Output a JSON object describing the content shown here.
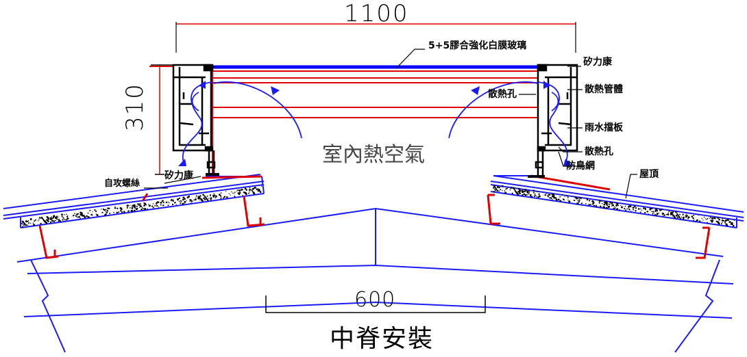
{
  "dimensions": {
    "top_width": "1100",
    "height": "310",
    "bottom_width": "600"
  },
  "labels": {
    "glass": "5+5膠合強化白膜玻璃",
    "silicone_right_top": "矽力康",
    "vent_left": "散熱孔",
    "vent_pipe": "散熱管體",
    "rain_baffle": "雨水擋板",
    "vent_right": "散熱孔",
    "bird_net": "防鳥網",
    "roof": "屋頂",
    "silicone_left": "矽力康",
    "screw": "自攻螺絲",
    "hot_air": "室內熱空氣",
    "title": "中脊安裝"
  },
  "colors": {
    "structure": "#1a1aff",
    "frame": "#e00000",
    "glass": "#0000ff",
    "profile": "#000000"
  }
}
